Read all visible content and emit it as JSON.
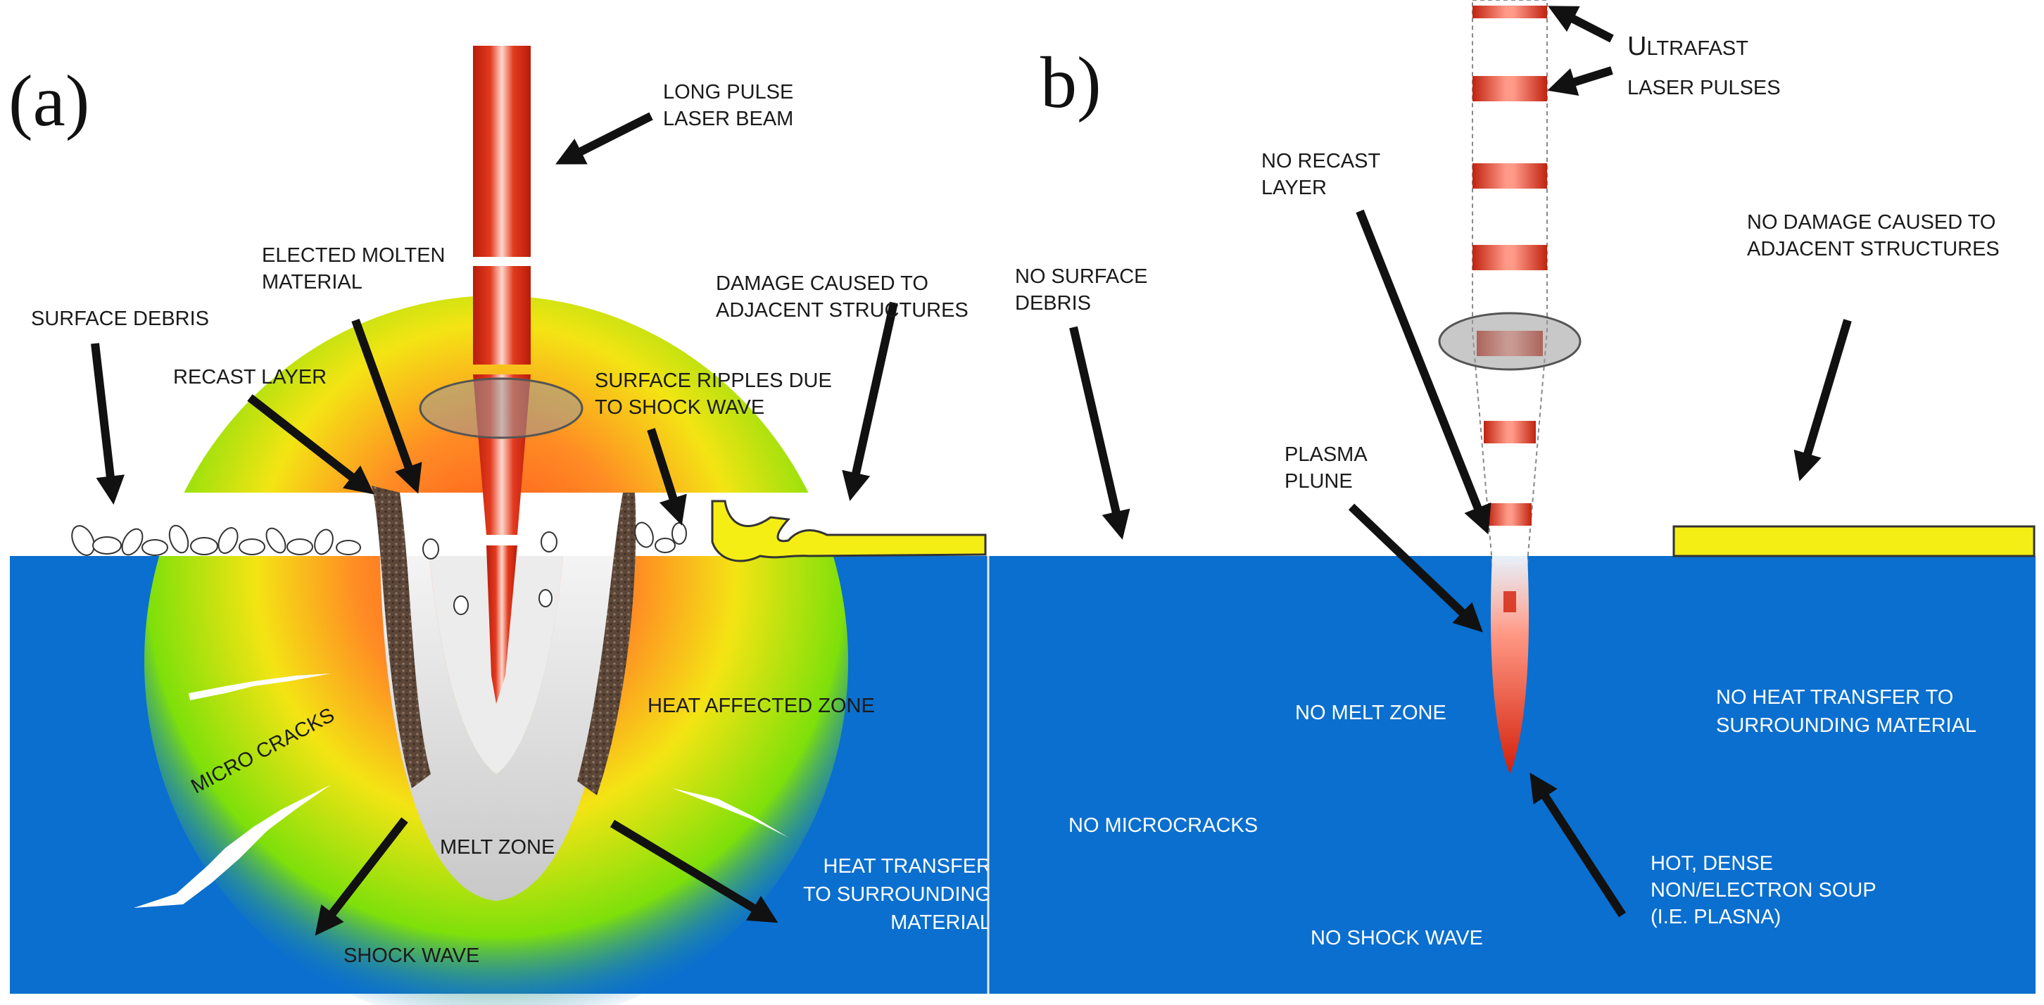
{
  "panel_a": {
    "panel_label": "(a)",
    "labels": {
      "long_pulse_1": "LONG PULSE",
      "long_pulse_2": "LASER BEAM",
      "elected_1": "ELECTED MOLTEN",
      "elected_2": "MATERIAL",
      "damage_1": "DAMAGE CAUSED TO",
      "damage_2": "ADJACENT STRUCTURES",
      "surface_debris": "SURFACE DEBRIS",
      "recast_layer": "RECAST LAYER",
      "ripples_1": "SURFACE RIPPLES DUE",
      "ripples_2": "TO SHOCK WAVE",
      "heat_affected_zone": "HEAT AFFECTED ZONE",
      "micro_cracks": "MICRO CRACKS",
      "melt_zone": "MELT ZONE",
      "heat_transfer_1": "HEAT TRANSFER",
      "heat_transfer_2": "TO SURROUNDING",
      "heat_transfer_3": "MATERIAL",
      "shock_wave": "SHOCK WAVE"
    }
  },
  "panel_b": {
    "panel_label": "b)",
    "labels": {
      "ultrafast_first": "U",
      "ultrafast_rest": "LTRAFAST",
      "laser_pulses": "LASER PULSES",
      "no_recast_1": "NO RECAST",
      "no_recast_2": "LAYER",
      "no_damage_1": "NO DAMAGE CAUSED TO",
      "no_damage_2": "ADJACENT STRUCTURES",
      "no_surface_1": "NO SURFACE",
      "no_surface_2": "DEBRIS",
      "plasma_1": "PLASMA",
      "plasma_2": "PLUNE",
      "no_melt_zone": "NO MELT ZONE",
      "no_heat_1": "NO HEAT TRANSFER TO",
      "no_heat_2": "SURROUNDING MATERIAL",
      "no_microcracks": "NO MICROCRACKS",
      "hot_1": "HOT, DENSE",
      "hot_2": "NON/ELECTRON SOUP",
      "hot_3": "(I.E. PLASNA)",
      "no_shock_wave": "NO SHOCK WAVE"
    }
  },
  "colors": {
    "substrate": "#0a6fcf",
    "beam": "#d52a12",
    "recast": "#5b4638",
    "melt": "#d6d6d6",
    "structure": "#f4ee14",
    "arrow": "#111111"
  }
}
